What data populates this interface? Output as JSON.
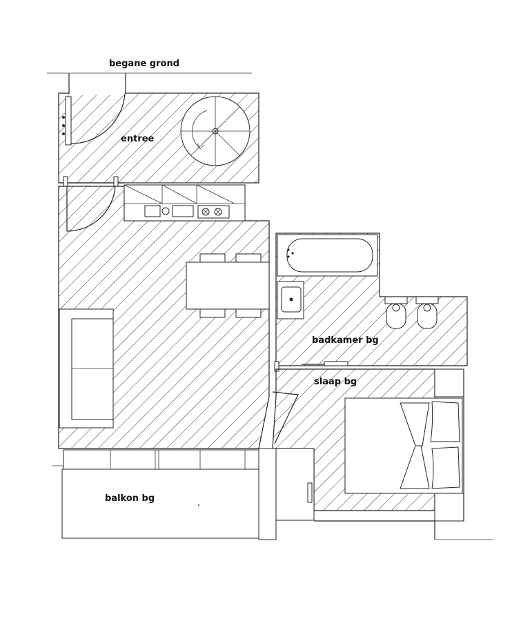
{
  "plan": {
    "title": "begane grond",
    "rooms": {
      "entree": "entree",
      "badkamer": "badkamer bg",
      "slaap": "slaap bg",
      "balkon": "balkon bg"
    }
  }
}
